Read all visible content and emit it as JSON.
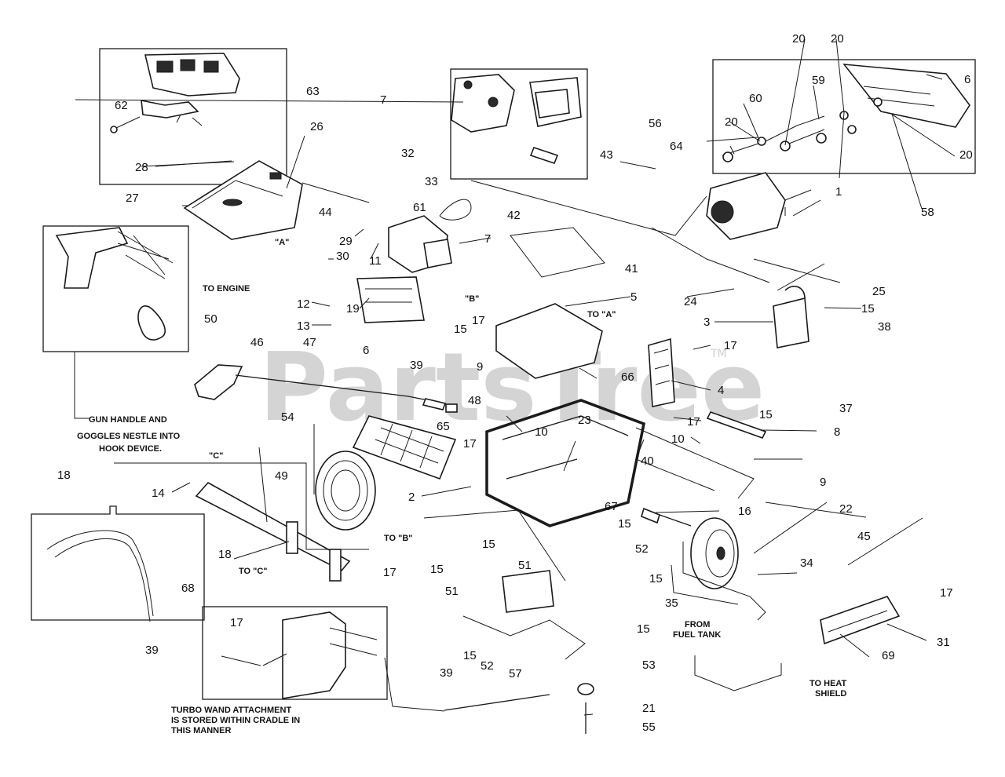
{
  "callouts": [
    "1",
    "2",
    "3",
    "4",
    "5",
    "6",
    "7",
    "8",
    "9",
    "10",
    "11",
    "12",
    "13",
    "14",
    "15",
    "16",
    "17",
    "18",
    "19",
    "20",
    "21",
    "22",
    "23",
    "24",
    "25",
    "26",
    "27",
    "28",
    "29",
    "30",
    "31",
    "32",
    "33",
    "34",
    "35",
    "37",
    "38",
    "39",
    "40",
    "41",
    "42",
    "43",
    "44",
    "45",
    "46",
    "47",
    "48",
    "49",
    "50",
    "51",
    "52",
    "53",
    "54",
    "55",
    "56",
    "57",
    "58",
    "59",
    "60",
    "61",
    "62",
    "63",
    "64",
    "65",
    "66",
    "67",
    "68",
    "69"
  ],
  "captions": {
    "to_engine": "TO ENGINE",
    "to_a": "TO \"A\"",
    "to_b": "TO \"B\"",
    "to_c": "TO \"C\"",
    "a_marker": "\"A\"",
    "b_marker": "\"B\"",
    "c_marker": "\"C\"",
    "gun_note_1": "GUN HANDLE AND",
    "gun_note_2": "GOGGLES NESTLE INTO",
    "gun_note_3": "HOOK DEVICE.",
    "fuel_1": "FROM",
    "fuel_2": "FUEL TANK",
    "heat_1": "TO HEAT",
    "heat_2": "SHIELD",
    "turbo_1": "TURBO WAND ATTACHMENT",
    "turbo_2": "IS STORED WITHIN CRADLE IN",
    "turbo_3": "THIS MANNER"
  },
  "watermark": "PartsTree",
  "trademark": "TM"
}
